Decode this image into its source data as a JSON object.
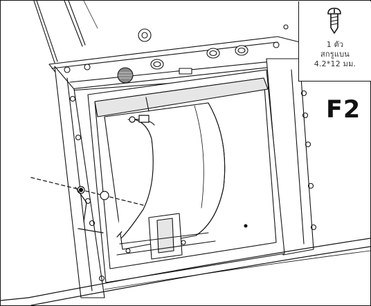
{
  "diagram": {
    "step": "F2",
    "fastener": {
      "icon": "screw-icon",
      "quantity": "1 ตัว",
      "type": "สกรูแบน",
      "size": "4.2*12 มม."
    },
    "colors": {
      "line": "#111111",
      "fill_light": "#e6e6e6",
      "fill_mid": "#bdbdbd",
      "background": "#ffffff"
    }
  }
}
